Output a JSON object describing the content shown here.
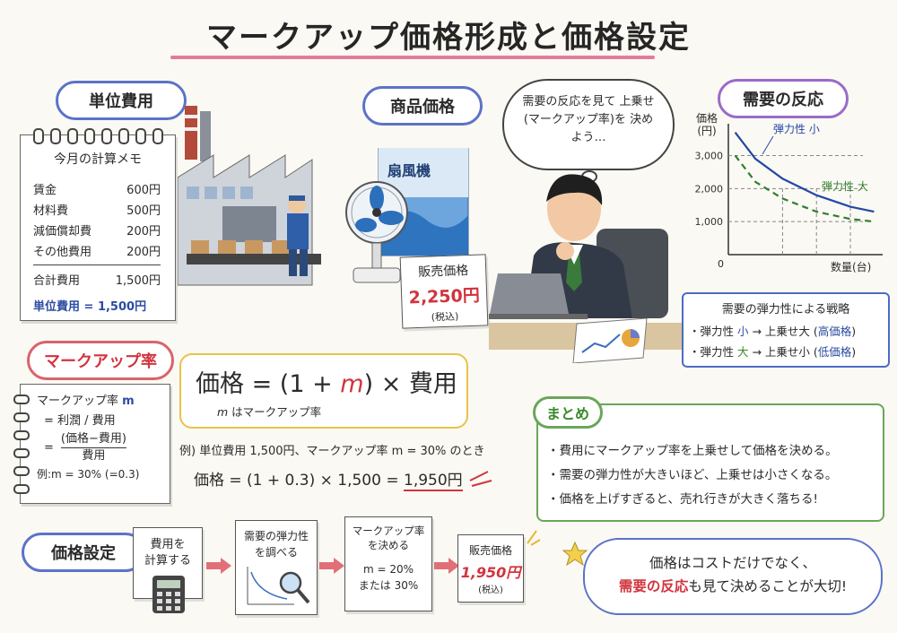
{
  "title": "マークアップ価格形成と価格設定",
  "unit_cost": {
    "heading": "単位費用",
    "memo_title": "今月の計算メモ",
    "items": [
      {
        "label": "賃金",
        "value": "600円"
      },
      {
        "label": "材料費",
        "value": "500円"
      },
      {
        "label": "減価償却費",
        "value": "200円"
      },
      {
        "label": "その他費用",
        "value": "200円"
      }
    ],
    "total_label": "合計費用",
    "total_value": "1,500円",
    "unit_line": "単位費用 = 1,500円"
  },
  "product": {
    "heading": "商品価格",
    "box_label": "扇風機",
    "price_label": "販売価格",
    "price_value": "2,250円",
    "tax_note": "(税込)"
  },
  "thought": "需要の反応を見て 上乗せ(マークアップ率)を 決めよう…",
  "demand": {
    "heading": "需要の反応",
    "ylabel": "価格",
    "yunit": "(円)",
    "xlabel": "数量(台)",
    "origin": "0",
    "yticks": [
      "3,000",
      "2,000",
      "1,000"
    ],
    "curve_small": "弾力性 小",
    "curve_large": "弾力性 大",
    "strategy_title": "需要の弾力性による戦略",
    "strategy_1_a": "・弾力性 ",
    "strategy_1_b": "小",
    "strategy_1_c": " → 上乗せ大 (",
    "strategy_1_d": "高価格",
    "strategy_1_e": ")",
    "strategy_2_a": "・弾力性 ",
    "strategy_2_b": "大",
    "strategy_2_c": " → 上乗せ小 (",
    "strategy_2_d": "低価格",
    "strategy_2_e": ")"
  },
  "markup": {
    "heading": "マークアップ率",
    "note_line1_a": "マークアップ率 ",
    "note_line1_b": "m",
    "note_line2": "= 利潤 / 費用",
    "note_line3_num": "(価格−費用)",
    "note_line3_den": "費用",
    "note_eq": "=",
    "note_example": "例:m = 30% (=0.3)"
  },
  "formula": {
    "lhs": "価格",
    "mid_a": " = (1 + ",
    "m": "m",
    "mid_b": ") × 費用",
    "sub_m": "m",
    "sub_text": " はマークアップ率",
    "example_line": "例) 単位費用 1,500円、マークアップ率 m = 30% のとき",
    "calc": "価格 = (1 + 0.3) × 1,500 = ",
    "result": "1,950円"
  },
  "summary": {
    "heading": "まとめ",
    "items": [
      "・費用にマークアップ率を上乗せして価格を決める。",
      "・需要の弾力性が大きいほど、上乗せは小さくなる。",
      "・価格を上げすぎると、売れ行きが大きく落ちる!"
    ]
  },
  "pricing": {
    "heading": "価格設定",
    "step1": [
      "費用を",
      "計算する"
    ],
    "step2": [
      "需要の弾力性",
      "を調べる"
    ],
    "step3": [
      "マークアップ率",
      "を決める",
      "m = 20%",
      "または 30%"
    ],
    "step4_label": "販売価格",
    "step4_value": "1,950円",
    "step4_tax": "(税込)"
  },
  "conclusion": {
    "line1": "価格はコストだけでなく、",
    "line2_red": "需要の反応",
    "line2_rest": "も見て決めることが大切!"
  },
  "colors": {
    "accent_red": "#d2343d",
    "accent_blue": "#2c4ca0",
    "accent_green": "#3a8a2a",
    "title_underline": "#e27b9c"
  },
  "chart_data": {
    "type": "line",
    "title": "需要の反応",
    "xlabel": "数量(台)",
    "ylabel": "価格 (円)",
    "ylim": [
      0,
      3800
    ],
    "yticks": [
      1000,
      2000,
      3000
    ],
    "series": [
      {
        "name": "弾力性 小",
        "x": [
          0.2,
          0.8,
          1.6,
          2.6,
          3.6,
          4.3
        ],
        "y": [
          3700,
          2900,
          2300,
          1800,
          1450,
          1300
        ]
      },
      {
        "name": "弾力性 大",
        "x": [
          0.2,
          0.8,
          1.6,
          2.6,
          3.6,
          4.3
        ],
        "y": [
          3000,
          2200,
          1700,
          1300,
          1080,
          1000
        ]
      }
    ],
    "xlim": [
      0,
      4.5
    ],
    "grid": "dashed reference lines"
  }
}
